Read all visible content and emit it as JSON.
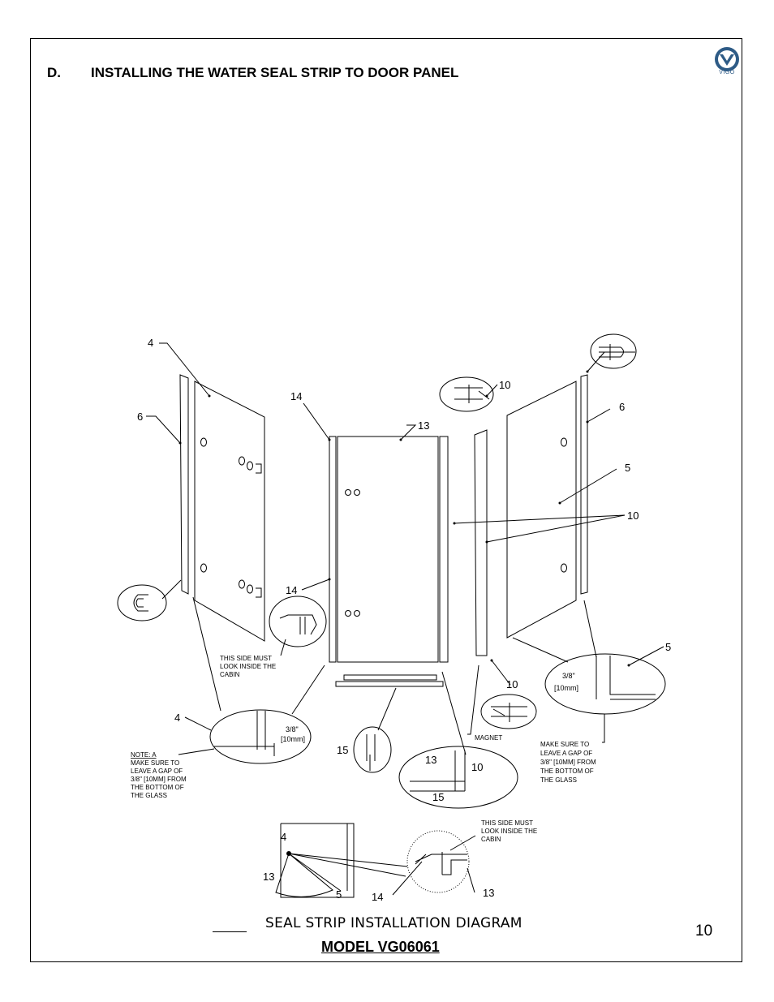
{
  "section": {
    "letter": "D.",
    "title": "INSTALLING THE WATER SEAL STRIP TO DOOR PANEL"
  },
  "logo": {
    "text": "VIGO",
    "color": "#2e5b86"
  },
  "callouts": {
    "n4": "4",
    "n5": "5",
    "n6": "6",
    "n10": "10",
    "n13": "13",
    "n14": "14",
    "n15": "15",
    "gap_fraction": "3/8\"",
    "gap_mm": "[10mm]",
    "magnet": "MAGNET"
  },
  "notes": {
    "inside_cabin_1": [
      "THIS SIDE MUST",
      "LOOK INSIDE THE",
      "CABIN"
    ],
    "inside_cabin_2": [
      "THIS SIDE MUST",
      "LOOK INSIDE THE",
      "CABIN"
    ],
    "gap_left": [
      "NOTE: A",
      "MAKE SURE TO",
      "LEAVE A GAP OF",
      "3/8\" [10MM] FROM",
      "THE BOTTOM OF",
      "THE GLASS"
    ],
    "gap_right": [
      "MAKE SURE TO",
      "LEAVE A GAP OF",
      "3/8\" [10MM] FROM",
      "THE BOTTOM OF",
      "THE GLASS"
    ]
  },
  "caption": "SEAL STRIP INSTALLATION DIAGRAM",
  "model": "MODEL VG06061",
  "page_number": "10"
}
